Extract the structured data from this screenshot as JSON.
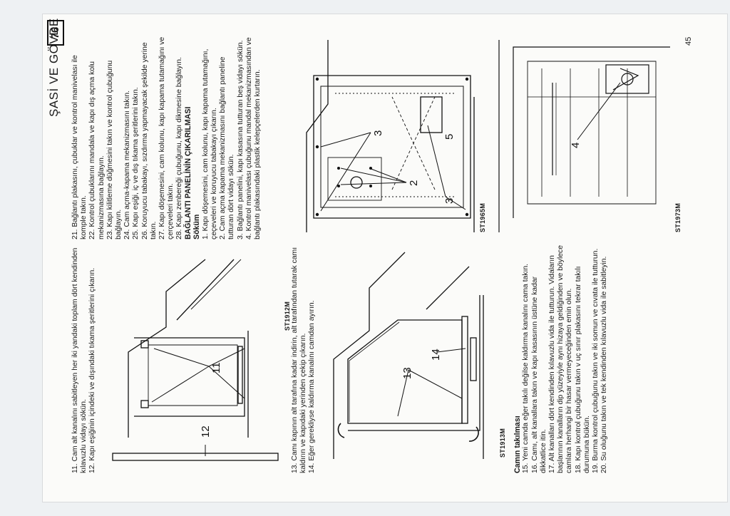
{
  "header": {
    "title": "ŞASİ VE GÖVDE",
    "page_number": "76"
  },
  "folio": "45",
  "col1_top": [
    "11. Cam alt kanalını sabitleyen her iki yandaki toplam dört kendinden kılavuzlu vidayı sökün.",
    "12. Kapı eşiğinin içindeki ve dışındaki tıkama şeritlerini çıkarın."
  ],
  "fig1": {
    "label": "ST1912M",
    "callouts": [
      "12",
      "11"
    ]
  },
  "col1_mid": [
    "13. Camı kapının alt tarafına kadar indirin, alt tarafından tutarak camı kaldırın ve kapıdaki yerinden çekip çıkarın.",
    "14. Eğer gerekliyse kaldırma kanalını camdan ayırın."
  ],
  "fig2": {
    "label": "ST1913M",
    "callouts": [
      "13",
      "14"
    ]
  },
  "col1_bottom": {
    "heading": "Camın takılması",
    "items": [
      "15. Yeni camda eğer takılı değilse kaldırma kanalını cama takın.",
      "16. Camı, alt kanallara takın ve kapı kasasının üstüne kadar dikkatlice itin.",
      "17. Alt kanalları dört kendinden kılavuzlu vida ile tutturun. Vidaların başlarının kanalların dip yüzeyiyle aynı hizaya geldiğinden ve böylece camlara herhangi bir hasar vermeyeceğinden emin olun.",
      "18. Kapı kontrol çubuğunu takın v uç sınır plakasını tekrar takılı durumuna bükün.",
      "19. Burma kontrol çubuğunu takın ve iki somun ve cıvata ile tutturun.",
      "20. Su oluğunu takın ve tek kendinden kılavuzlu vida ile sabitleyin."
    ]
  },
  "col2_top": [
    "21. Bağlantı plakasını, çubuklar ve kontrol manivelası ile komple takın.",
    "22. Kontrol çubuklarını mandala ve kapı dış açma kolu mekanizmasına bağlayın.",
    "23. Kapı kilitleme düğmesini takın ve kontrol çubuğunu bağlayın.",
    "24. Cam açma-kapama mekanizmasını takın.",
    "25. Kapı eşiği, iç ve dış tıkama şeritlerini takın.",
    "26. Koruyucu tabakayı, sızdırma yapmayacak şekilde yerine takın.",
    "27. Kapı döşemesini, cam kolunu, kapı kapama tutamağını ve çerçeveleri takın.",
    "28. Kapı zenbereği çubuğunu, kapı dikmesine bağlayın."
  ],
  "col2_mid": {
    "heading": "BAĞLANTI PANELİNİN ÇIKARILMASI",
    "subheading": "Söküm",
    "items": [
      "1. Kapı döşemesini, cam kolunu, kapı kapama tutamağını, çeçeveleri ve koruyucu tabakayı çıkarın.",
      "2. Cam açma kapama mekanizmasını bağlantı paneline tutturan dört vidayı sökün.",
      "3. Bağlantı panelini, kapı kasasına tutturan beş vidayı sökün.",
      "4. Kontrol manivelası çubuğunu mandal mekanizmasından ve bağlantı plakasındaki plastik kelepçelerden kurtarın."
    ]
  },
  "fig3": {
    "label": "ST1965M",
    "callouts": [
      "5",
      "3",
      "2",
      "3"
    ]
  },
  "fig4": {
    "label": "ST1973M",
    "callouts": [
      "4"
    ]
  }
}
